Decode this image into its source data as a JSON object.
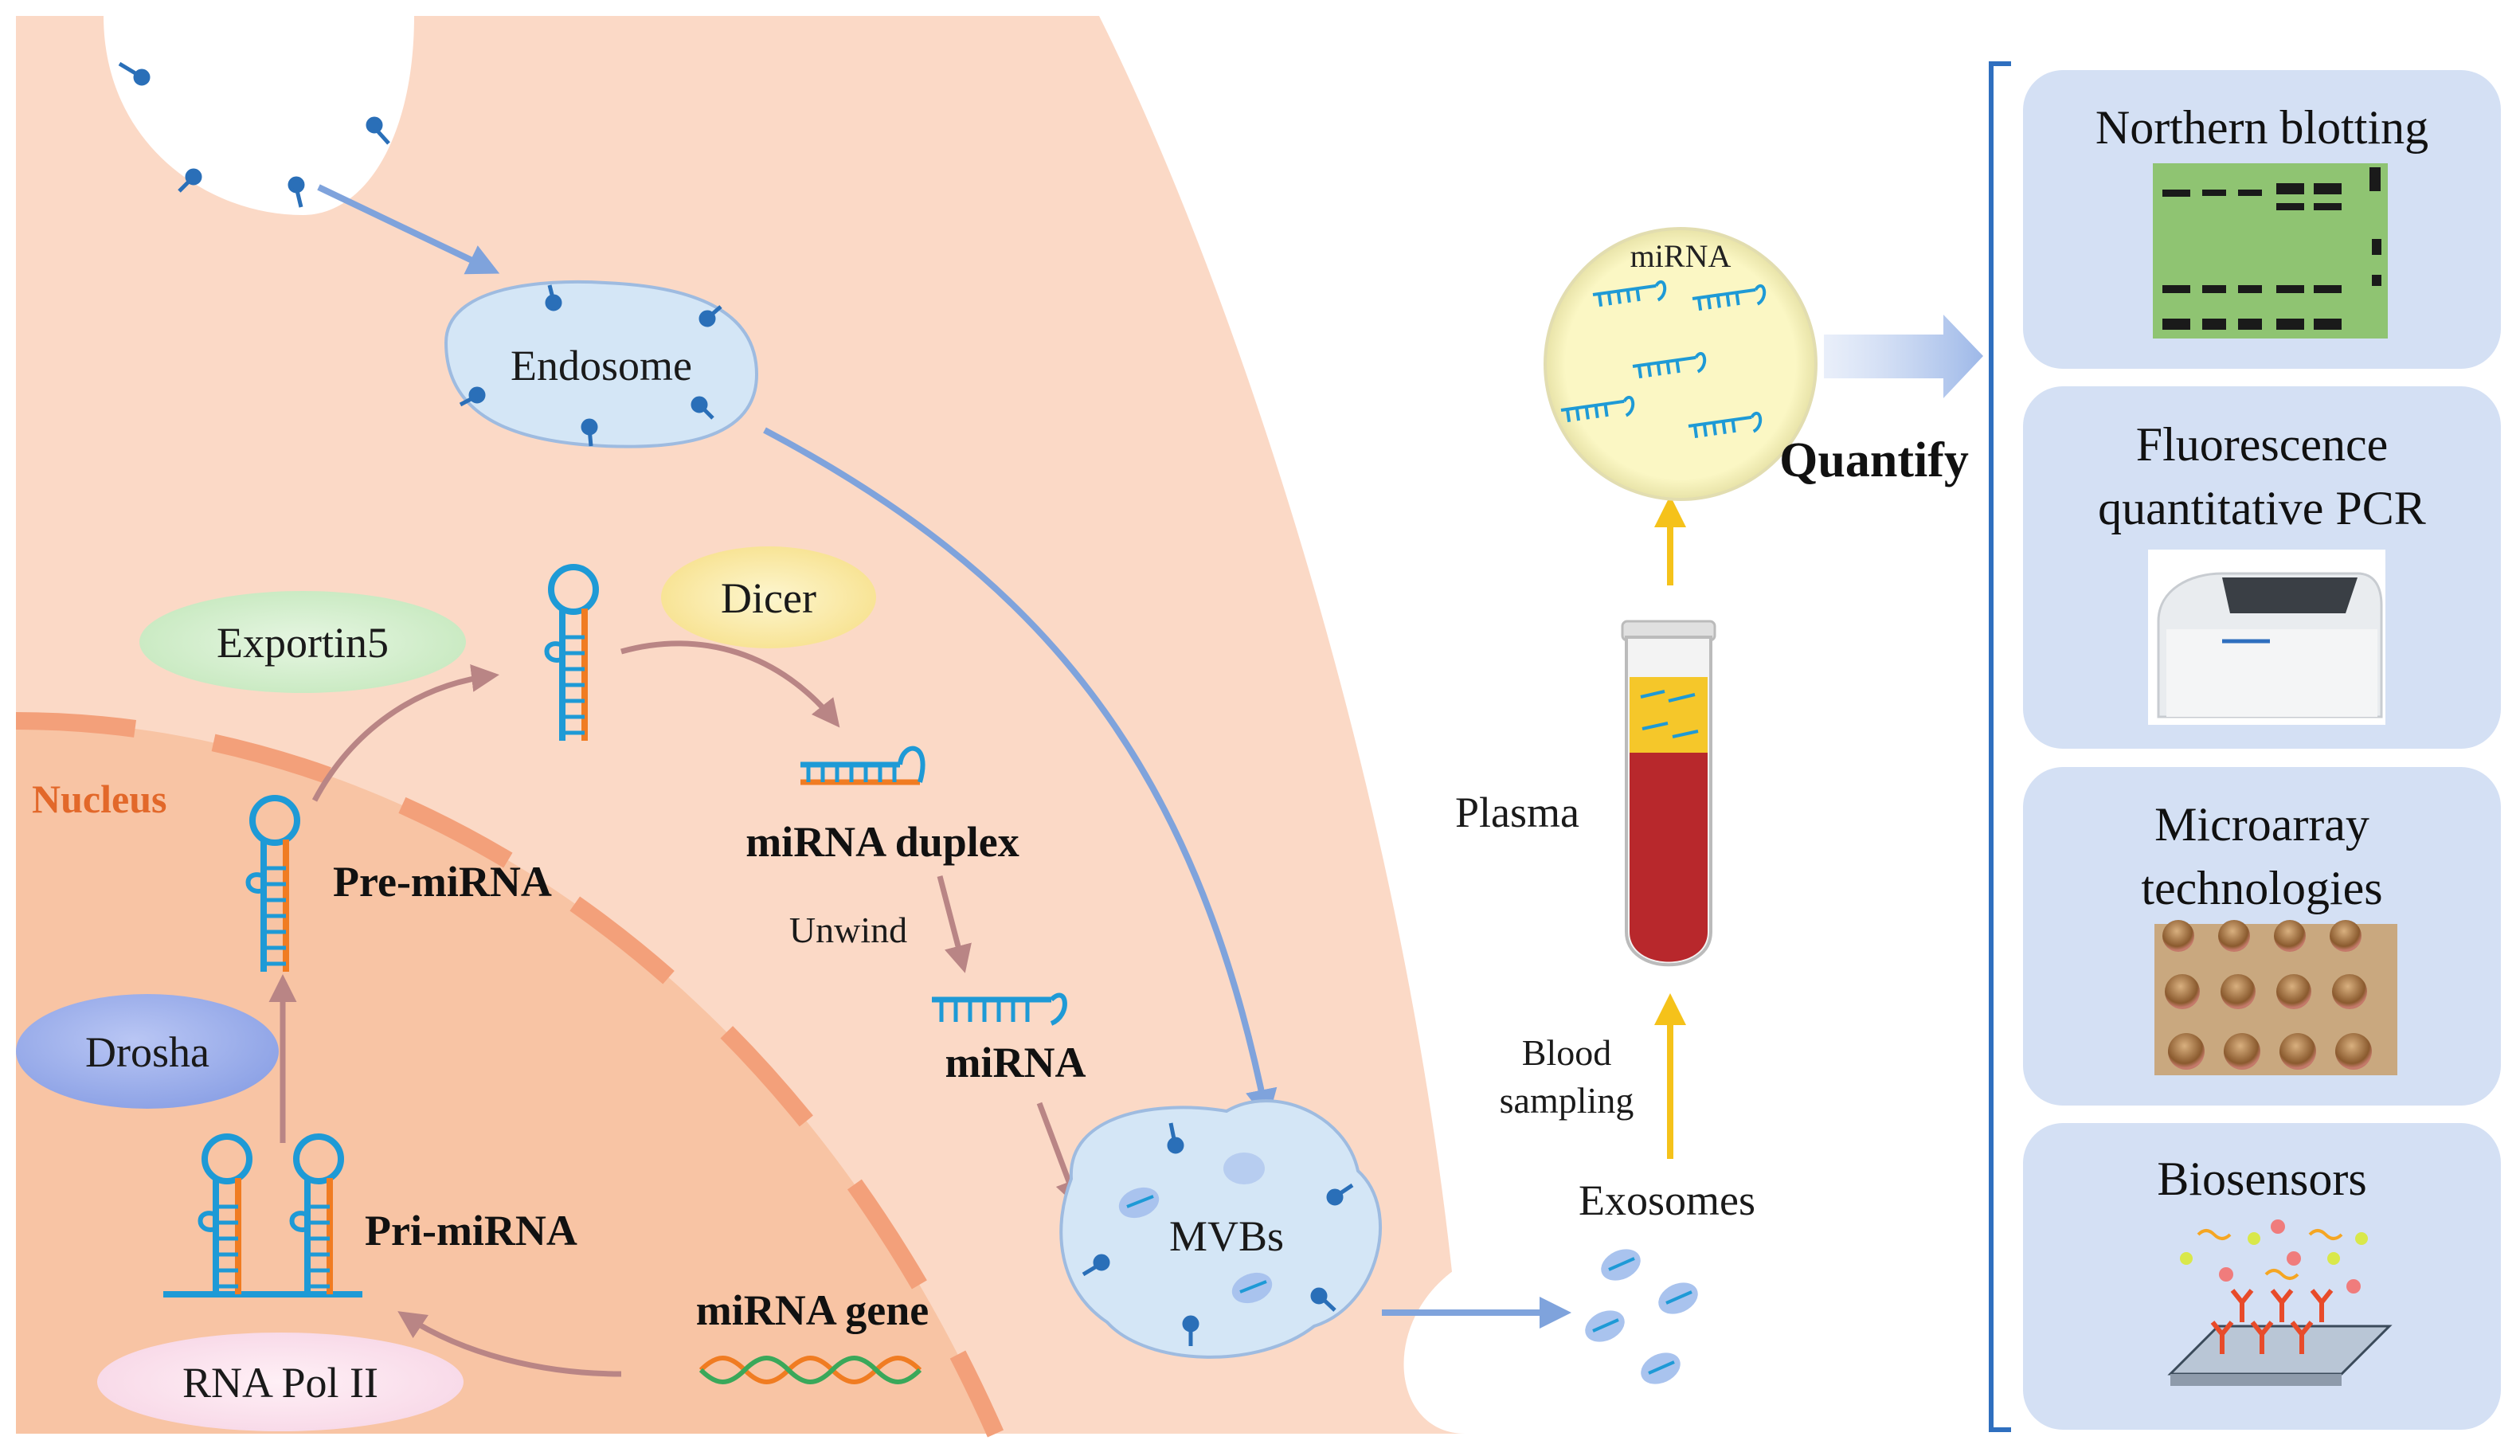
{
  "labels": {
    "endosome": "Endosome",
    "dicer": "Dicer",
    "exportin5": "Exportin5",
    "nucleus": "Nucleus",
    "pre_mirna": "Pre-miRNA",
    "mirna_duplex": "miRNA duplex",
    "unwind": "Unwind",
    "mirna": "miRNA",
    "drosha": "Drosha",
    "pri_mirna": "Pri-miRNA",
    "mirna_gene": "miRNA gene",
    "rna_pol_ii": "RNA Pol II",
    "mvbs": "MVBs",
    "mirna_circle": "miRNA",
    "quantify": "Quantify",
    "plasma": "Plasma",
    "blood_sampling_1": "Blood",
    "blood_sampling_2": "sampling",
    "exosomes": "Exosomes"
  },
  "methods": [
    {
      "line1": "Northern blotting",
      "line2": ""
    },
    {
      "line1": "Fluorescence",
      "line2": "quantitative PCR"
    },
    {
      "line1": "Microarray",
      "line2": "technologies"
    },
    {
      "line1": "Biosensors",
      "line2": ""
    }
  ],
  "colors": {
    "cytoplasm": "#fbd9c6",
    "nucleus": "#f8c4a4",
    "nuclear_envelope": "#f3a07a",
    "arrow_blue": "#7fa3dc",
    "arrow_mauve": "#b98585",
    "arrow_yellow": "#f5c21a",
    "panel": "#d4e0f4",
    "bracket": "#2f6fbf",
    "rna_blue": "#1e9ad6",
    "rna_orange": "#f07c22",
    "nucleus_label": "#e2682a"
  },
  "icons": {
    "receptor": "receptor-icon",
    "hairpin": "hairpin-rna-icon",
    "dna": "dna-helix-icon",
    "tube": "blood-tube-icon",
    "exosome": "exosome-icon"
  }
}
